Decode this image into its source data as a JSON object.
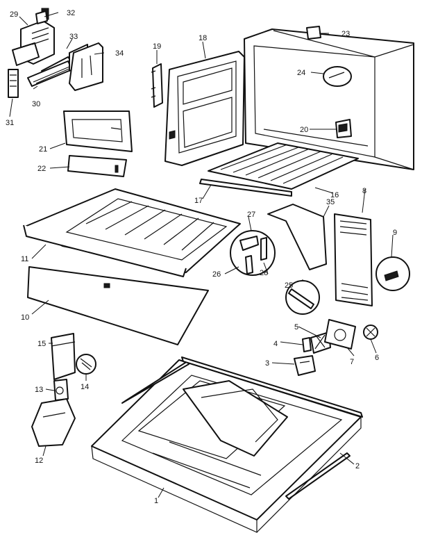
{
  "diagram": {
    "callouts": [
      "1",
      "2",
      "3",
      "4",
      "5",
      "6",
      "7",
      "8",
      "9",
      "10",
      "11",
      "12",
      "13",
      "14",
      "15",
      "16",
      "17",
      "18",
      "19",
      "20",
      "21",
      "22",
      "23",
      "24",
      "25",
      "26",
      "27",
      "28",
      "29",
      "30",
      "31",
      "32",
      "33",
      "34",
      "35"
    ]
  }
}
